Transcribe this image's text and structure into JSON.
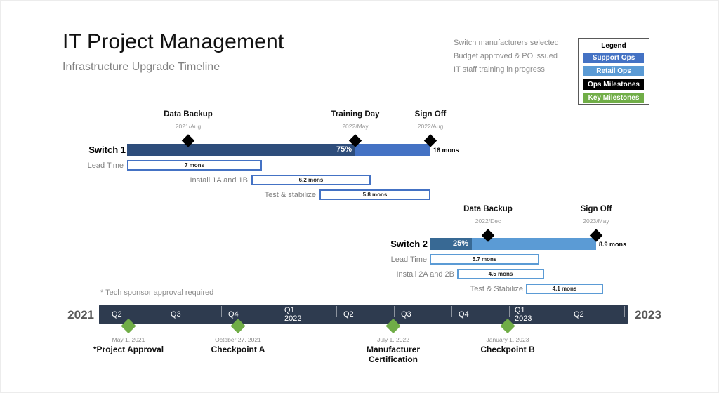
{
  "header": {
    "title": "IT Project Management",
    "subtitle": "Infrastructure Upgrade Timeline",
    "notes": [
      "Switch manufacturers selected",
      "Budget approved & PO issued",
      "IT staff training in progress"
    ]
  },
  "legend": {
    "title": "Legend",
    "items": [
      {
        "label": "Support Ops",
        "color": "#4472C4"
      },
      {
        "label": "Retail Ops",
        "color": "#5B9BD5"
      },
      {
        "label": "Ops Milestones",
        "color": "#000000"
      },
      {
        "label": "Key Milestones",
        "color": "#70AD47"
      }
    ]
  },
  "footnote": "* Tech sponsor approval required",
  "axis": {
    "start_year": "2021",
    "end_year": "2023",
    "quarters": [
      {
        "q": "Q2",
        "year": ""
      },
      {
        "q": "Q3",
        "year": ""
      },
      {
        "q": "Q4",
        "year": ""
      },
      {
        "q": "Q1",
        "year": "2022"
      },
      {
        "q": "Q2",
        "year": ""
      },
      {
        "q": "Q3",
        "year": ""
      },
      {
        "q": "Q4",
        "year": ""
      },
      {
        "q": "Q1",
        "year": "2023"
      },
      {
        "q": "Q2",
        "year": ""
      }
    ]
  },
  "tasks": {
    "switch1": {
      "label": "Switch 1",
      "progress": "75%",
      "duration": "16 mons",
      "milestones": [
        {
          "name": "Data Backup",
          "date": "2021/Aug"
        },
        {
          "name": "Training Day",
          "date": "2022/May"
        },
        {
          "name": "Sign Off",
          "date": "2022/Aug"
        }
      ],
      "subtasks": [
        {
          "label": "Lead Time",
          "duration": "7 mons"
        },
        {
          "label": "Install 1A and 1B",
          "duration": "6.2 mons"
        },
        {
          "label": "Test & stabilize",
          "duration": "5.8 mons"
        }
      ]
    },
    "switch2": {
      "label": "Switch 2",
      "progress": "25%",
      "duration": "8.9 mons",
      "milestones": [
        {
          "name": "Data Backup",
          "date": "2022/Dec"
        },
        {
          "name": "Sign Off",
          "date": "2023/May"
        }
      ],
      "subtasks": [
        {
          "label": "Lead Time",
          "duration": "5.7 mons"
        },
        {
          "label": "Install 2A and 2B",
          "duration": "4.5 mons"
        },
        {
          "label": "Test & Stabilize",
          "duration": "4.1 mons"
        }
      ]
    }
  },
  "key_milestones": [
    {
      "date": "May 1, 2021",
      "name": "*Project Approval"
    },
    {
      "date": "October 27, 2021",
      "name": "Checkpoint A"
    },
    {
      "date": "July 1, 2022",
      "name": "Manufacturer Certification"
    },
    {
      "date": "January 1, 2023",
      "name": "Checkpoint B"
    }
  ],
  "chart_data": {
    "type": "bar",
    "subtype": "gantt-timeline",
    "title": "IT Project Management",
    "subtitle": "Infrastructure Upgrade Timeline",
    "time_axis": {
      "unit": "quarter",
      "start": "2021-04",
      "end": "2023-06",
      "quarters": [
        "Q2 2021",
        "Q3 2021",
        "Q4 2021",
        "Q1 2022",
        "Q2 2022",
        "Q3 2022",
        "Q4 2022",
        "Q1 2023",
        "Q2 2023"
      ],
      "end_labels": [
        "2021",
        "2023"
      ]
    },
    "legend_position": "top-right",
    "colors": {
      "support_ops": "#4472C4",
      "support_ops_complete": "#2E4D7B",
      "retail_ops": "#5B9BD5",
      "retail_ops_complete": "#386994",
      "ops_milestones": "#000000",
      "key_milestones": "#70AD47",
      "axis_bar": "#2E3B4F"
    },
    "series": [
      {
        "name": "Switch 1",
        "group": "Support Ops",
        "start": "2021-05",
        "end": "2022-08",
        "duration_months": 16,
        "percent_complete": 75,
        "milestones": [
          {
            "name": "Data Backup",
            "date": "2021/Aug"
          },
          {
            "name": "Training Day",
            "date": "2022/May"
          },
          {
            "name": "Sign Off",
            "date": "2022/Aug"
          }
        ],
        "subtasks": [
          {
            "name": "Lead Time",
            "start": "2021-05",
            "duration_months": 7
          },
          {
            "name": "Install 1A and 1B",
            "start": "2021-11",
            "duration_months": 6.2
          },
          {
            "name": "Test & stabilize",
            "start": "2022-03",
            "duration_months": 5.8
          }
        ]
      },
      {
        "name": "Switch 2",
        "group": "Retail Ops",
        "start": "2022-08",
        "end": "2023-05",
        "duration_months": 8.9,
        "percent_complete": 25,
        "milestones": [
          {
            "name": "Data Backup",
            "date": "2022/Dec"
          },
          {
            "name": "Sign Off",
            "date": "2023/May"
          }
        ],
        "subtasks": [
          {
            "name": "Lead Time",
            "start": "2022-08",
            "duration_months": 5.7
          },
          {
            "name": "Install 2A and 2B",
            "start": "2022-10",
            "duration_months": 4.5
          },
          {
            "name": "Test & Stabilize",
            "start": "2023-01",
            "duration_months": 4.1
          }
        ]
      }
    ],
    "key_milestones": [
      {
        "name": "*Project Approval",
        "date": "May 1, 2021"
      },
      {
        "name": "Checkpoint A",
        "date": "October 27, 2021"
      },
      {
        "name": "Manufacturer Certification",
        "date": "July 1, 2022"
      },
      {
        "name": "Checkpoint B",
        "date": "January 1, 2023"
      }
    ],
    "annotations": [
      "Switch manufacturers selected",
      "Budget approved & PO issued",
      "IT staff training in progress",
      "* Tech sponsor approval required"
    ]
  }
}
